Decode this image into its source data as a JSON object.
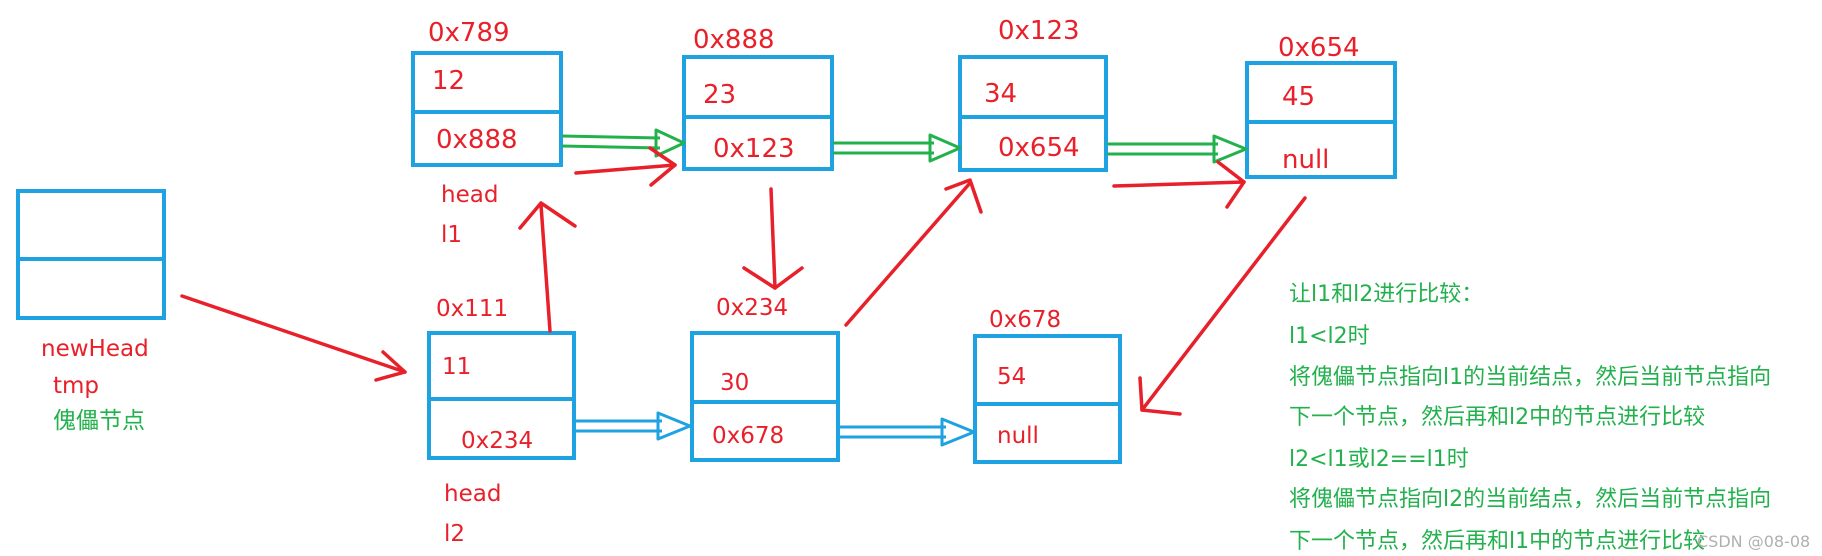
{
  "nodes": {
    "n789": {
      "address": "0x789",
      "value": "12",
      "next": "0x888"
    },
    "n888": {
      "address": "0x888",
      "value": "23",
      "next": "0x123"
    },
    "n123": {
      "address": "0x123",
      "value": "34",
      "next": "0x654"
    },
    "n654": {
      "address": "0x654",
      "value": "45",
      "next": "null"
    },
    "n111": {
      "address": "0x111",
      "value": "11",
      "next": "0x234"
    },
    "n234": {
      "address": "0x234",
      "value": "30",
      "next": "0x678"
    },
    "n678": {
      "address": "0x678",
      "value": "54",
      "next": "null"
    }
  },
  "labels": {
    "head1": "head",
    "l1": "l1",
    "head2": "head",
    "l2": "l2",
    "newhead": "newHead",
    "tmp": "tmp",
    "dummy": "傀儡节点"
  },
  "notes": [
    "让l1和l2进行比较：",
    "l1<l2时",
    "将傀儡节点指向l1的当前结点，然后当前节点指向",
    "下一个节点，然后再和l2中的节点进行比较",
    "l2<l1或l2==l1时",
    "将傀儡节点指向l2的当前结点，然后当前节点指向",
    "下一个节点，然后再和l1中的节点进行比较"
  ],
  "watermark": "CSDN @08-08",
  "colors": {
    "box": "#1fa2e1",
    "text_red": "#e8202a",
    "text_green": "#22b14c",
    "arrow_green": "#22b14c",
    "arrow_blue": "#1fa2e1",
    "arrow_red": "#e8202a"
  }
}
